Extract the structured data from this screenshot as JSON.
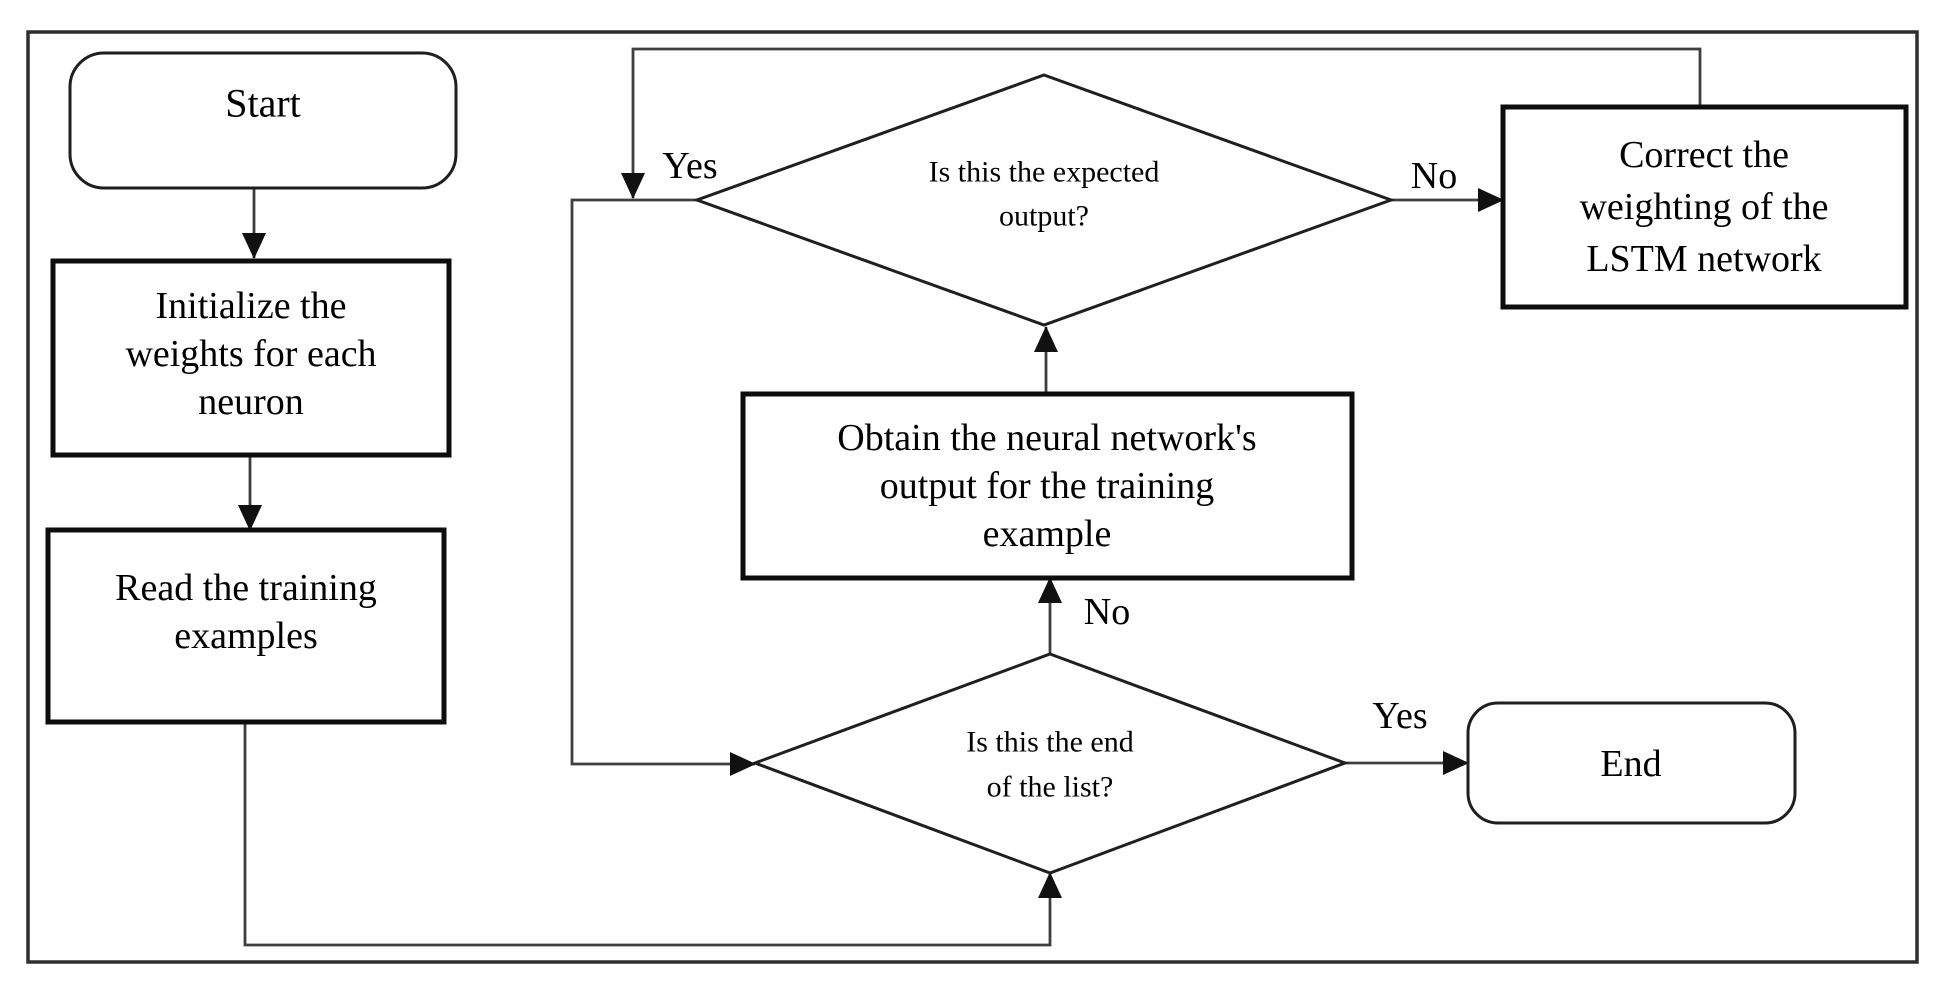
{
  "figure": {
    "background": "#ffffff",
    "ink": "#111111",
    "line_color": "#3f3f3f"
  },
  "flowchart": {
    "nodes": {
      "start": {
        "type": "terminator",
        "label": "Start"
      },
      "initialize_weights": {
        "type": "process",
        "lines": [
          "Initialize the",
          "weights for each",
          "neuron"
        ]
      },
      "read_examples": {
        "type": "process",
        "lines": [
          "Read the training",
          "examples"
        ]
      },
      "expected_output": {
        "type": "decision",
        "lines": [
          "Is this the expected",
          "output?"
        ]
      },
      "obtain_output": {
        "type": "process",
        "lines": [
          "Obtain the neural network's",
          "output for the training",
          "example"
        ]
      },
      "correct_weighting": {
        "type": "process",
        "lines": [
          "Correct the",
          "weighting of the",
          "LSTM network"
        ]
      },
      "end_of_list": {
        "type": "decision",
        "lines": [
          "Is this the end",
          "of the list?"
        ]
      },
      "end": {
        "type": "terminator",
        "label": "End"
      }
    },
    "edge_labels": {
      "expected_output_yes": "Yes",
      "expected_output_no": "No",
      "end_of_list_no": "No",
      "end_of_list_yes": "Yes"
    }
  }
}
